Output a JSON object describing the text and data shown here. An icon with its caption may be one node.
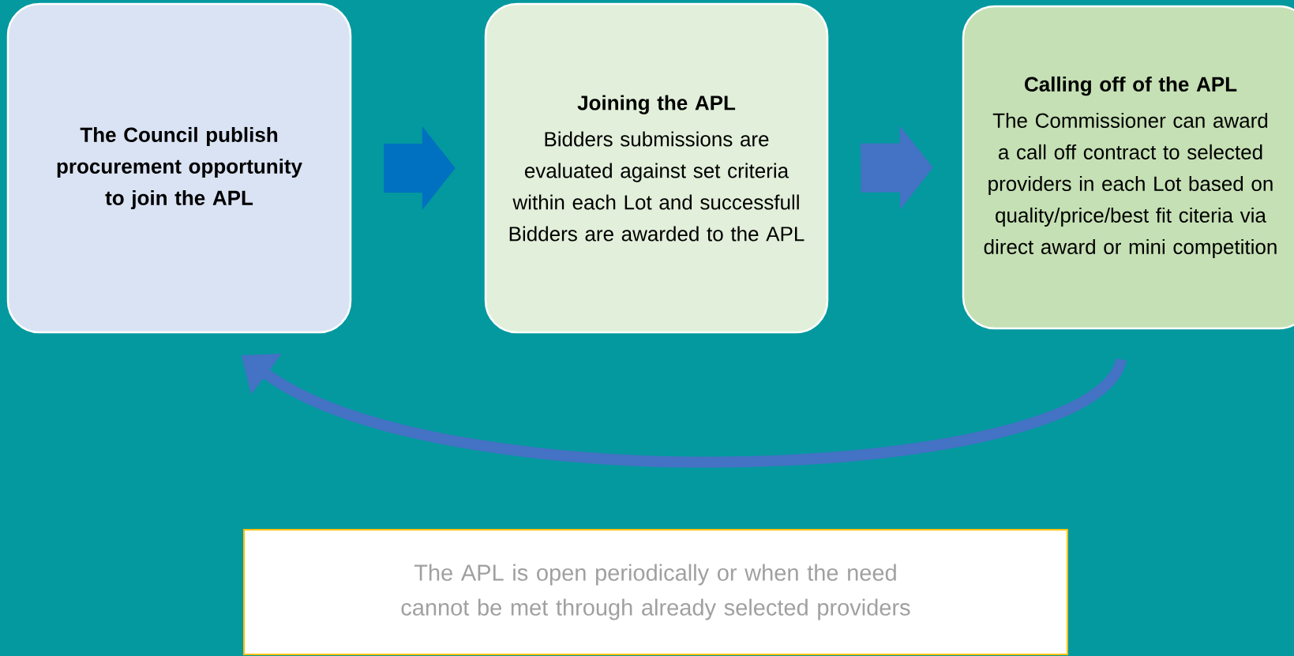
{
  "diagram": {
    "nodes": [
      {
        "text": [
          "The Council publish procurement opportunity to join the APL"
        ]
      },
      {
        "text": [
          "Joining the APL",
          "Bidders submissions are evaluated against set criteria within each Lot and successfull Bidders are awarded to the APL"
        ]
      },
      {
        "text": [
          "Calling off of the APL",
          "The Commissioner can award a call off contract to selected providers in each Lot based on quality/price/best fit citeria via direct award or mini competition"
        ]
      },
      {
        "text": [
          "The APL is open periodically or when the need cannot be met through already selected providers"
        ]
      }
    ],
    "edges": [
      {
        "from": 0,
        "to": 1,
        "arrow": "to",
        "color": "#0070c0"
      },
      {
        "from": 1,
        "to": 2,
        "arrow": "to"
      },
      {
        "from": 2,
        "to": 0,
        "arrow": "to"
      }
    ]
  }
}
